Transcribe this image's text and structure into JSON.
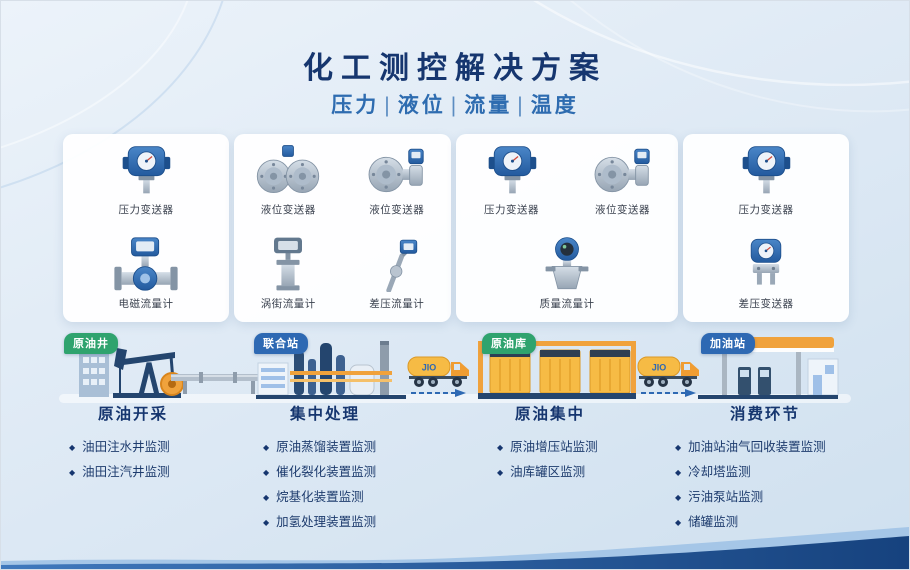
{
  "page": {
    "title": "化工测控解决方案",
    "subtitle_parts": [
      "压力",
      "液位",
      "流量",
      "温度"
    ],
    "subtitle_divider": "|"
  },
  "cards": [
    {
      "items": [
        {
          "icon": "pressure-transmitter-icon",
          "label": "压力变送器"
        },
        {
          "icon": "electromagnetic-flowmeter-icon",
          "label": "电磁流量计"
        }
      ]
    },
    {
      "items": [
        {
          "icon": "level-transmitter-icon",
          "label": "液位变送器"
        },
        {
          "icon": "level-transmitter-icon",
          "label": "液位变送器"
        },
        {
          "icon": "vortex-flowmeter-icon",
          "label": "涡街流量计"
        },
        {
          "icon": "dp-flowmeter-icon",
          "label": "差压流量计"
        }
      ]
    },
    {
      "items": [
        {
          "icon": "pressure-transmitter-icon",
          "label": "压力变送器"
        },
        {
          "icon": "level-transmitter-icon",
          "label": "液位变送器"
        },
        {
          "icon": "mass-flowmeter-icon",
          "label": "质量流量计"
        }
      ]
    },
    {
      "items": [
        {
          "icon": "pressure-transmitter-icon",
          "label": "压力变送器"
        },
        {
          "icon": "dp-transmitter-icon",
          "label": "差压变送器"
        }
      ]
    }
  ],
  "flow": {
    "stages": [
      {
        "label": "原油井",
        "color": "#2fa36e"
      },
      {
        "label": "联合站",
        "color": "#2e69b3"
      },
      {
        "label": "原油库",
        "color": "#2fa36e"
      },
      {
        "label": "加油站",
        "color": "#2e69b3"
      }
    ],
    "truck_text": "JIO"
  },
  "sections": [
    {
      "title": "原油开采",
      "items": [
        "油田注水井监测",
        "油田注汽井监测"
      ]
    },
    {
      "title": "集中处理",
      "items": [
        "原油蒸馏装置监测",
        "催化裂化装置监测",
        "烷基化装置监测",
        "加氢处理装置监测"
      ]
    },
    {
      "title": "原油集中",
      "items": [
        "原油增压站监测",
        "油库罐区监测"
      ]
    },
    {
      "title": "消费环节",
      "items": [
        "加油站油气回收装置监测",
        "冷却塔监测",
        "污油泵站监测",
        "储罐监测"
      ]
    }
  ],
  "colors": {
    "title": "#16366f",
    "subtitle": "#2e6cb0",
    "badge_green": "#2fa36e",
    "badge_blue": "#2e69b3",
    "accent_orange": "#f0a23c",
    "wave_dark": "#16427e"
  }
}
